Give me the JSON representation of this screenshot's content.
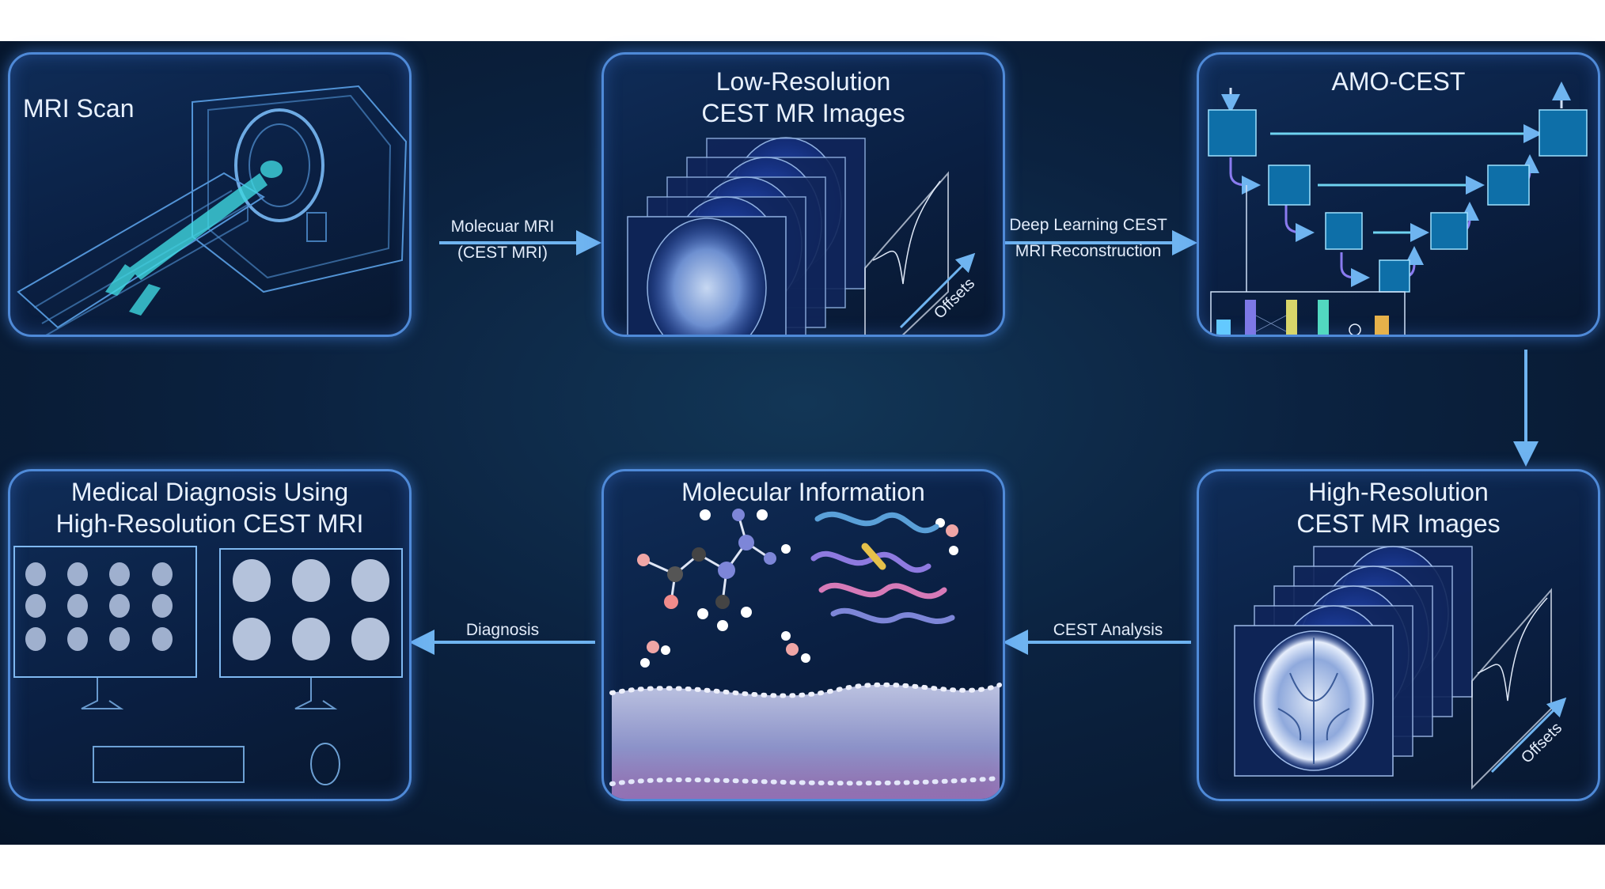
{
  "panels": {
    "mri_scan": {
      "title": "MRI Scan"
    },
    "low_res": {
      "title_line1": "Low-Resolution",
      "title_line2": "CEST MR Images",
      "offsets_label": "Offsets"
    },
    "amo_cest": {
      "title": "AMO-CEST"
    },
    "high_res": {
      "title_line1": "High-Resolution",
      "title_line2": "CEST MR Images",
      "offsets_label": "Offsets"
    },
    "molecular": {
      "title": "Molecular Information"
    },
    "diagnosis": {
      "title_line1": "Medical Diagnosis Using",
      "title_line2": "High-Resolution CEST MRI"
    }
  },
  "connectors": {
    "c1_line1": "Molecuar MRI",
    "c1_line2": "(CEST MRI)",
    "c2_line1": "Deep Learning CEST",
    "c2_line2": "MRI Reconstruction",
    "c3": "CEST Analysis",
    "c4": "Diagnosis"
  },
  "colors": {
    "panel_border": "#4f8ad8",
    "arrow": "#6fb4f0",
    "background": "#0b2240"
  }
}
